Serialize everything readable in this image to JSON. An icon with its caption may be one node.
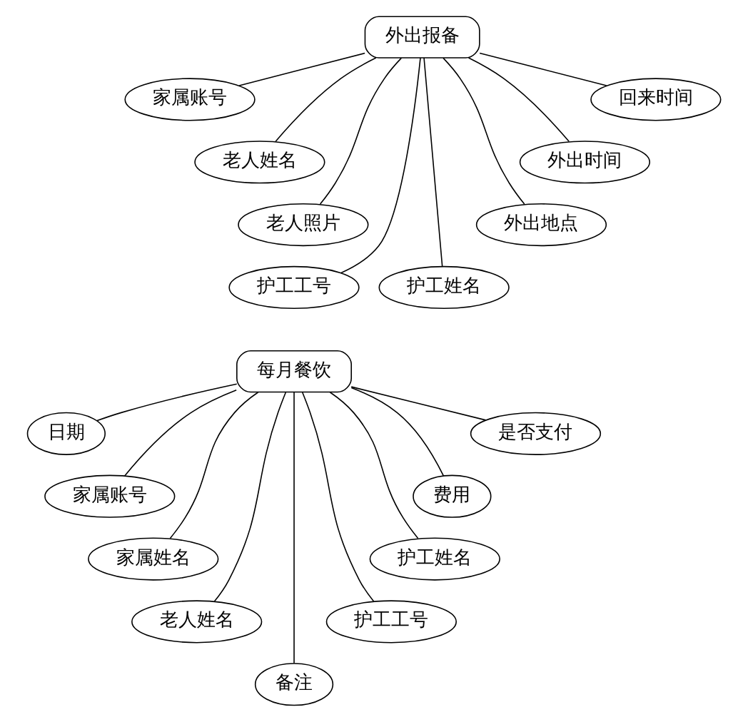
{
  "diagram": {
    "nodes": [
      {
        "text": [
          "外出报备"
        ]
      },
      {
        "text": [
          "家属账号"
        ]
      },
      {
        "text": [
          "老人姓名"
        ]
      },
      {
        "text": [
          "老人照片"
        ]
      },
      {
        "text": [
          "护工工号"
        ]
      },
      {
        "text": [
          "护工姓名"
        ]
      },
      {
        "text": [
          "外出地点"
        ]
      },
      {
        "text": [
          "外出时间"
        ]
      },
      {
        "text": [
          "回来时间"
        ]
      },
      {
        "text": [
          "每月餐饮"
        ]
      },
      {
        "text": [
          "日期"
        ]
      },
      {
        "text": [
          "家属账号"
        ]
      },
      {
        "text": [
          "家属姓名"
        ]
      },
      {
        "text": [
          "老人姓名"
        ]
      },
      {
        "text": [
          "备注"
        ]
      },
      {
        "text": [
          "护工工号"
        ]
      },
      {
        "text": [
          "护工姓名"
        ]
      },
      {
        "text": [
          "费用"
        ]
      },
      {
        "text": [
          "是否支付"
        ]
      }
    ],
    "edges": [
      {
        "from": 0,
        "to": 1,
        "arrow": "none"
      },
      {
        "from": 0,
        "to": 2,
        "arrow": "none"
      },
      {
        "from": 0,
        "to": 3,
        "arrow": "none"
      },
      {
        "from": 0,
        "to": 4,
        "arrow": "none"
      },
      {
        "from": 0,
        "to": 5,
        "arrow": "none"
      },
      {
        "from": 0,
        "to": 6,
        "arrow": "none"
      },
      {
        "from": 0,
        "to": 7,
        "arrow": "none"
      },
      {
        "from": 0,
        "to": 8,
        "arrow": "none"
      },
      {
        "from": 9,
        "to": 10,
        "arrow": "none"
      },
      {
        "from": 9,
        "to": 11,
        "arrow": "none"
      },
      {
        "from": 9,
        "to": 12,
        "arrow": "none"
      },
      {
        "from": 9,
        "to": 13,
        "arrow": "none"
      },
      {
        "from": 9,
        "to": 14,
        "arrow": "none"
      },
      {
        "from": 9,
        "to": 15,
        "arrow": "none"
      },
      {
        "from": 9,
        "to": 16,
        "arrow": "none"
      },
      {
        "from": 9,
        "to": 17,
        "arrow": "none"
      },
      {
        "from": 9,
        "to": 18,
        "arrow": "none"
      }
    ]
  }
}
